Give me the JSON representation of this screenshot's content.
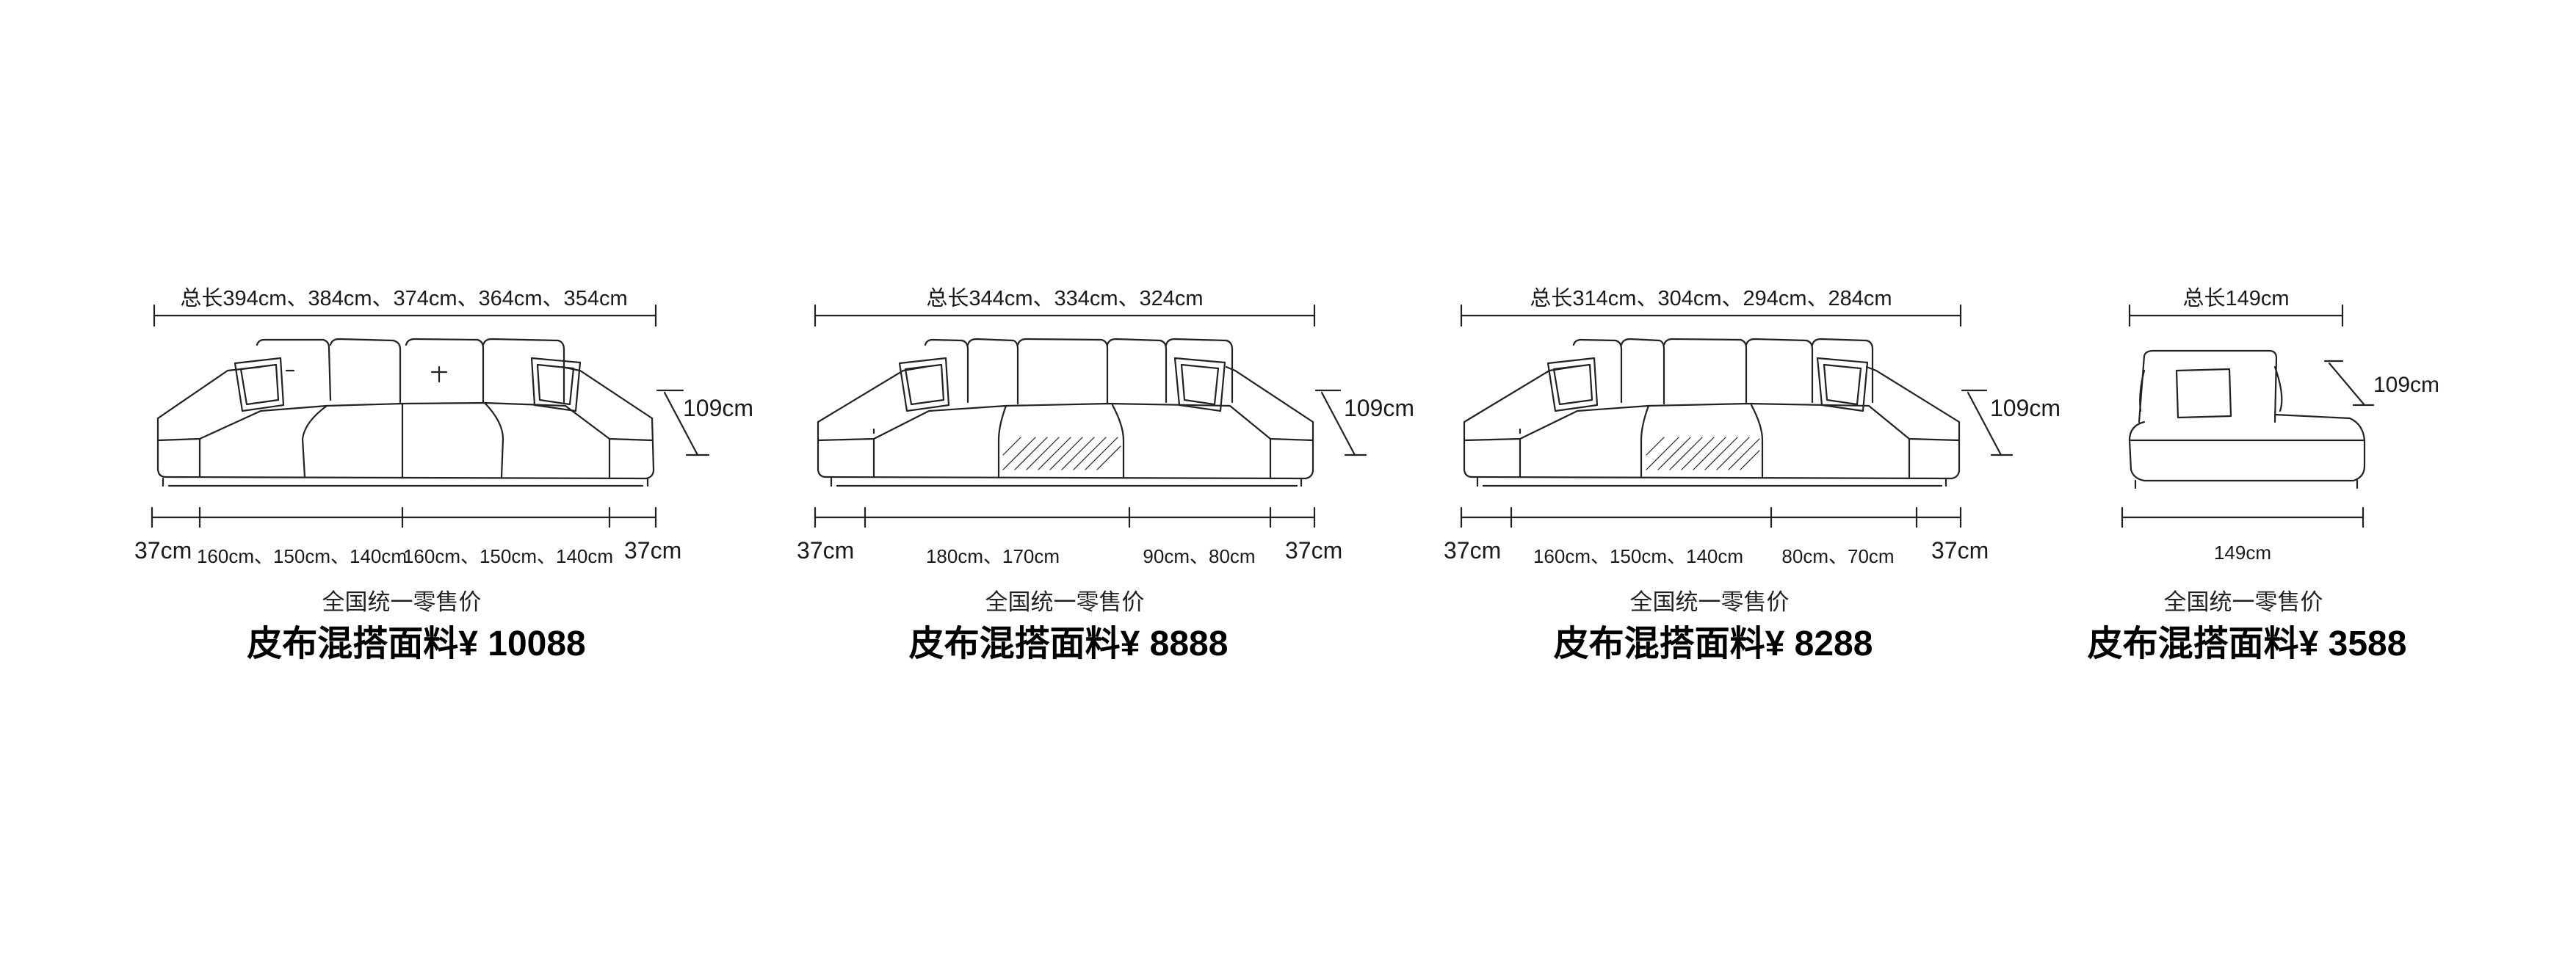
{
  "price_caption": "全国统一零售价",
  "sofas": [
    {
      "total_length": "总长394cm、384cm、374cm、364cm、354cm",
      "height": "109cm",
      "arm_left": "37cm",
      "seg_1": "160cm、150cm、140cm",
      "seg_2": "160cm、150cm、140cm",
      "arm_right": "37cm",
      "price": "皮布混搭面料¥ 10088"
    },
    {
      "total_length": "总长344cm、334cm、324cm",
      "height": "109cm",
      "arm_left": "37cm",
      "seg_1": "180cm、170cm",
      "seg_2": "90cm、80cm",
      "arm_right": "37cm",
      "price": "皮布混搭面料¥ 8888"
    },
    {
      "total_length": "总长314cm、304cm、294cm、284cm",
      "height": "109cm",
      "arm_left": "37cm",
      "seg_1": "160cm、150cm、140cm",
      "seg_2": "80cm、70cm",
      "arm_right": "37cm",
      "price": "皮布混搭面料¥ 8288"
    },
    {
      "total_length": "总长149cm",
      "height": "109cm",
      "width": "149cm",
      "price": "皮布混搭面料¥ 3588"
    }
  ]
}
